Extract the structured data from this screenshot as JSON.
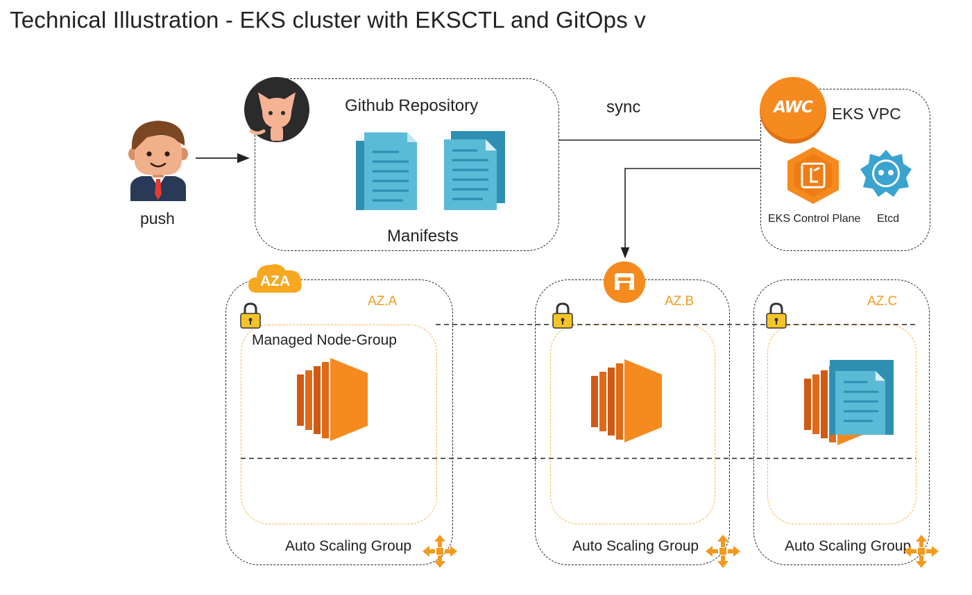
{
  "page": {
    "title": "Technical Illustration - EKS cluster with EKSCTL and GitOps v"
  },
  "user": {
    "label": "push"
  },
  "repo": {
    "title": "Github Repository",
    "manifests_label": "Manifests"
  },
  "sync": {
    "label": "sync"
  },
  "vpc": {
    "badge_text": "AWC",
    "title": "EKS VPC",
    "control_plane_label": "EKS Control Plane",
    "etcd_label": "Etcd"
  },
  "zones": [
    {
      "name": "AZ.A",
      "badge_text": "AZA",
      "node_group_label": "Managed Node-Group",
      "asg_label": "Auto Scaling Group"
    },
    {
      "name": "AZ.B",
      "asg_label": "Auto Scaling Group"
    },
    {
      "name": "AZ.C",
      "asg_label": "Auto Scaling Group"
    }
  ],
  "colors": {
    "aws_orange": "#f58a1f",
    "ec2_dark": "#d05a14",
    "doc_blue": "#5bbad5",
    "doc_dark": "#2f8fb3",
    "az_text": "#f39a1e",
    "inner_border": "#f5b340",
    "lock_yellow": "#f5c428"
  },
  "icons": [
    "person-icon",
    "github-icon",
    "document-icon",
    "aws-logo-icon",
    "eks-control-plane-icon",
    "etcd-icon",
    "lock-icon",
    "ec2-instance-icon",
    "load-balancer-icon",
    "cloud-icon",
    "auto-scaling-icon"
  ]
}
